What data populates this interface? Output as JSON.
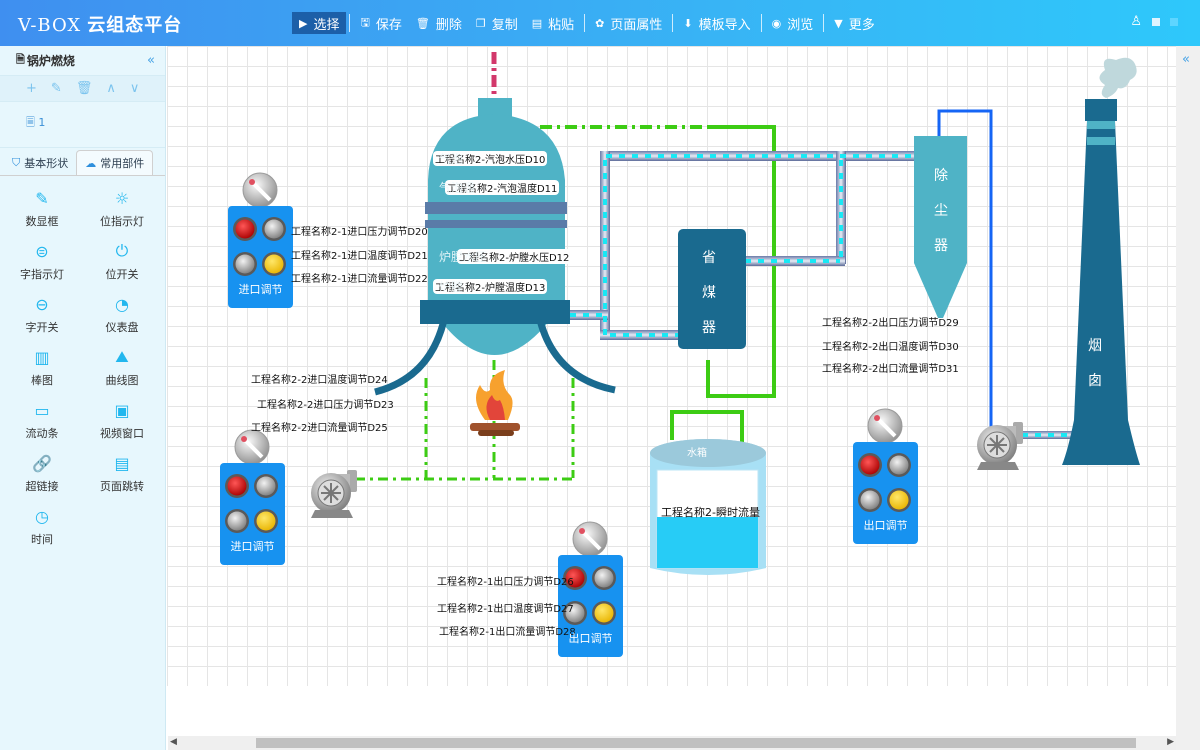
{
  "app": {
    "brand_prefix": "V-BOX",
    "brand_title": "云组态平台"
  },
  "toolbar": {
    "items": [
      {
        "label": "选择",
        "icon": "cursor-icon",
        "glyph": "▶",
        "active": true
      },
      {
        "label": "保存",
        "icon": "save-icon",
        "glyph": "🖫"
      },
      {
        "label": "删除",
        "icon": "trash-icon",
        "glyph": "🗑"
      },
      {
        "label": "复制",
        "icon": "copy-icon",
        "glyph": "❐"
      },
      {
        "label": "粘贴",
        "icon": "paste-icon",
        "glyph": "▤"
      },
      {
        "label": "页面属性",
        "icon": "gear-icon",
        "glyph": "✿"
      },
      {
        "label": "模板导入",
        "icon": "import-icon",
        "glyph": "⬇"
      },
      {
        "label": "浏览",
        "icon": "eye-icon",
        "glyph": "◉"
      },
      {
        "label": "更多",
        "icon": "caret-down-icon",
        "glyph": "▼"
      }
    ],
    "user_icon": "♙"
  },
  "sidebar": {
    "project_title": "锅炉燃烧",
    "collapse": "«",
    "actions": [
      "+",
      "✎",
      "🗑",
      "∧",
      "∨"
    ],
    "pages": [
      {
        "label": "1"
      }
    ],
    "tabs": [
      {
        "label": "基本形状",
        "glyph": "⛉",
        "active": false
      },
      {
        "label": "常用部件",
        "glyph": "☁",
        "active": true
      }
    ],
    "components": [
      {
        "label": "数显框",
        "icon": "edit-box-icon",
        "glyph": "✎"
      },
      {
        "label": "位指示灯",
        "icon": "sun-icon",
        "glyph": "☼"
      },
      {
        "label": "字指示灯",
        "icon": "dollar-lamp-icon",
        "glyph": "⊜"
      },
      {
        "label": "位开关",
        "icon": "power-icon",
        "glyph": "⏻"
      },
      {
        "label": "字开关",
        "icon": "toggle-icon",
        "glyph": "⊖"
      },
      {
        "label": "仪表盘",
        "icon": "gauge-icon",
        "glyph": "◔"
      },
      {
        "label": "棒图",
        "icon": "bar-graph-icon",
        "glyph": "▥"
      },
      {
        "label": "曲线图",
        "icon": "line-chart-icon",
        "glyph": "⛰"
      },
      {
        "label": "流动条",
        "icon": "flow-bar-icon",
        "glyph": "▭"
      },
      {
        "label": "视频窗口",
        "icon": "video-icon",
        "glyph": "▣"
      },
      {
        "label": "超链接",
        "icon": "link-icon",
        "glyph": "🔗"
      },
      {
        "label": "页面跳转",
        "icon": "page-jump-icon",
        "glyph": "▤"
      },
      {
        "label": "时间",
        "icon": "clock-icon",
        "glyph": "◷"
      }
    ]
  },
  "canvas": {
    "boiler": {
      "readouts": [
        {
          "overlay": "气泡",
          "text": "工程名称2-汽泡水压D10"
        },
        {
          "overlay": "气泡温",
          "text": "工程名称2-汽泡温度D11"
        },
        {
          "overlay": "炉膛水压",
          "text": "工程名称2-炉膛水压D12"
        },
        {
          "overlay": "炉膛",
          "text": "工程名称2-炉膛温度D13"
        }
      ]
    },
    "economizer": {
      "label": "省煤器"
    },
    "dust_collector": {
      "label": "除尘器"
    },
    "chimney": {
      "label": "烟囱"
    },
    "water_tank": {
      "title": "水箱",
      "readout": "工程名称2-瞬时流量",
      "level_percent": 50
    },
    "panels": [
      {
        "id": "inlet-top",
        "caption": "进口调节"
      },
      {
        "id": "inlet-bottom",
        "caption": "进口调节"
      },
      {
        "id": "outlet-right",
        "caption": "出口调节"
      },
      {
        "id": "outlet-bottom",
        "caption": "出口调节"
      }
    ],
    "label_groups": {
      "inlet_top": [
        "工程名称2-1进口压力调节D20",
        "工程名称2-1进口温度调节D21",
        "工程名称2-1进口流量调节D22"
      ],
      "inlet_mid": [
        "工程名称2-2进口温度调节D24",
        "工程名称2-2进口压力调节D23",
        "工程名称2-2进口流量调节D25"
      ],
      "outlet_right": [
        "工程名称2-2出口压力调节D29",
        "工程名称2-2出口温度调节D30",
        "工程名称2-2出口流量调节D31"
      ],
      "outlet_bottom": [
        "工程名称2-1出口压力调节D26",
        "工程名称2-1出口温度调节D27",
        "工程名称2-1出口流量调节D28"
      ]
    }
  },
  "colors": {
    "accent": "#3aa0f0",
    "boiler": "#4fb3c6",
    "boiler_dark": "#1a6a8f",
    "panel": "#1792f0",
    "pipe_green": "#3dcc14",
    "pipe_blue": "#1565f5"
  }
}
